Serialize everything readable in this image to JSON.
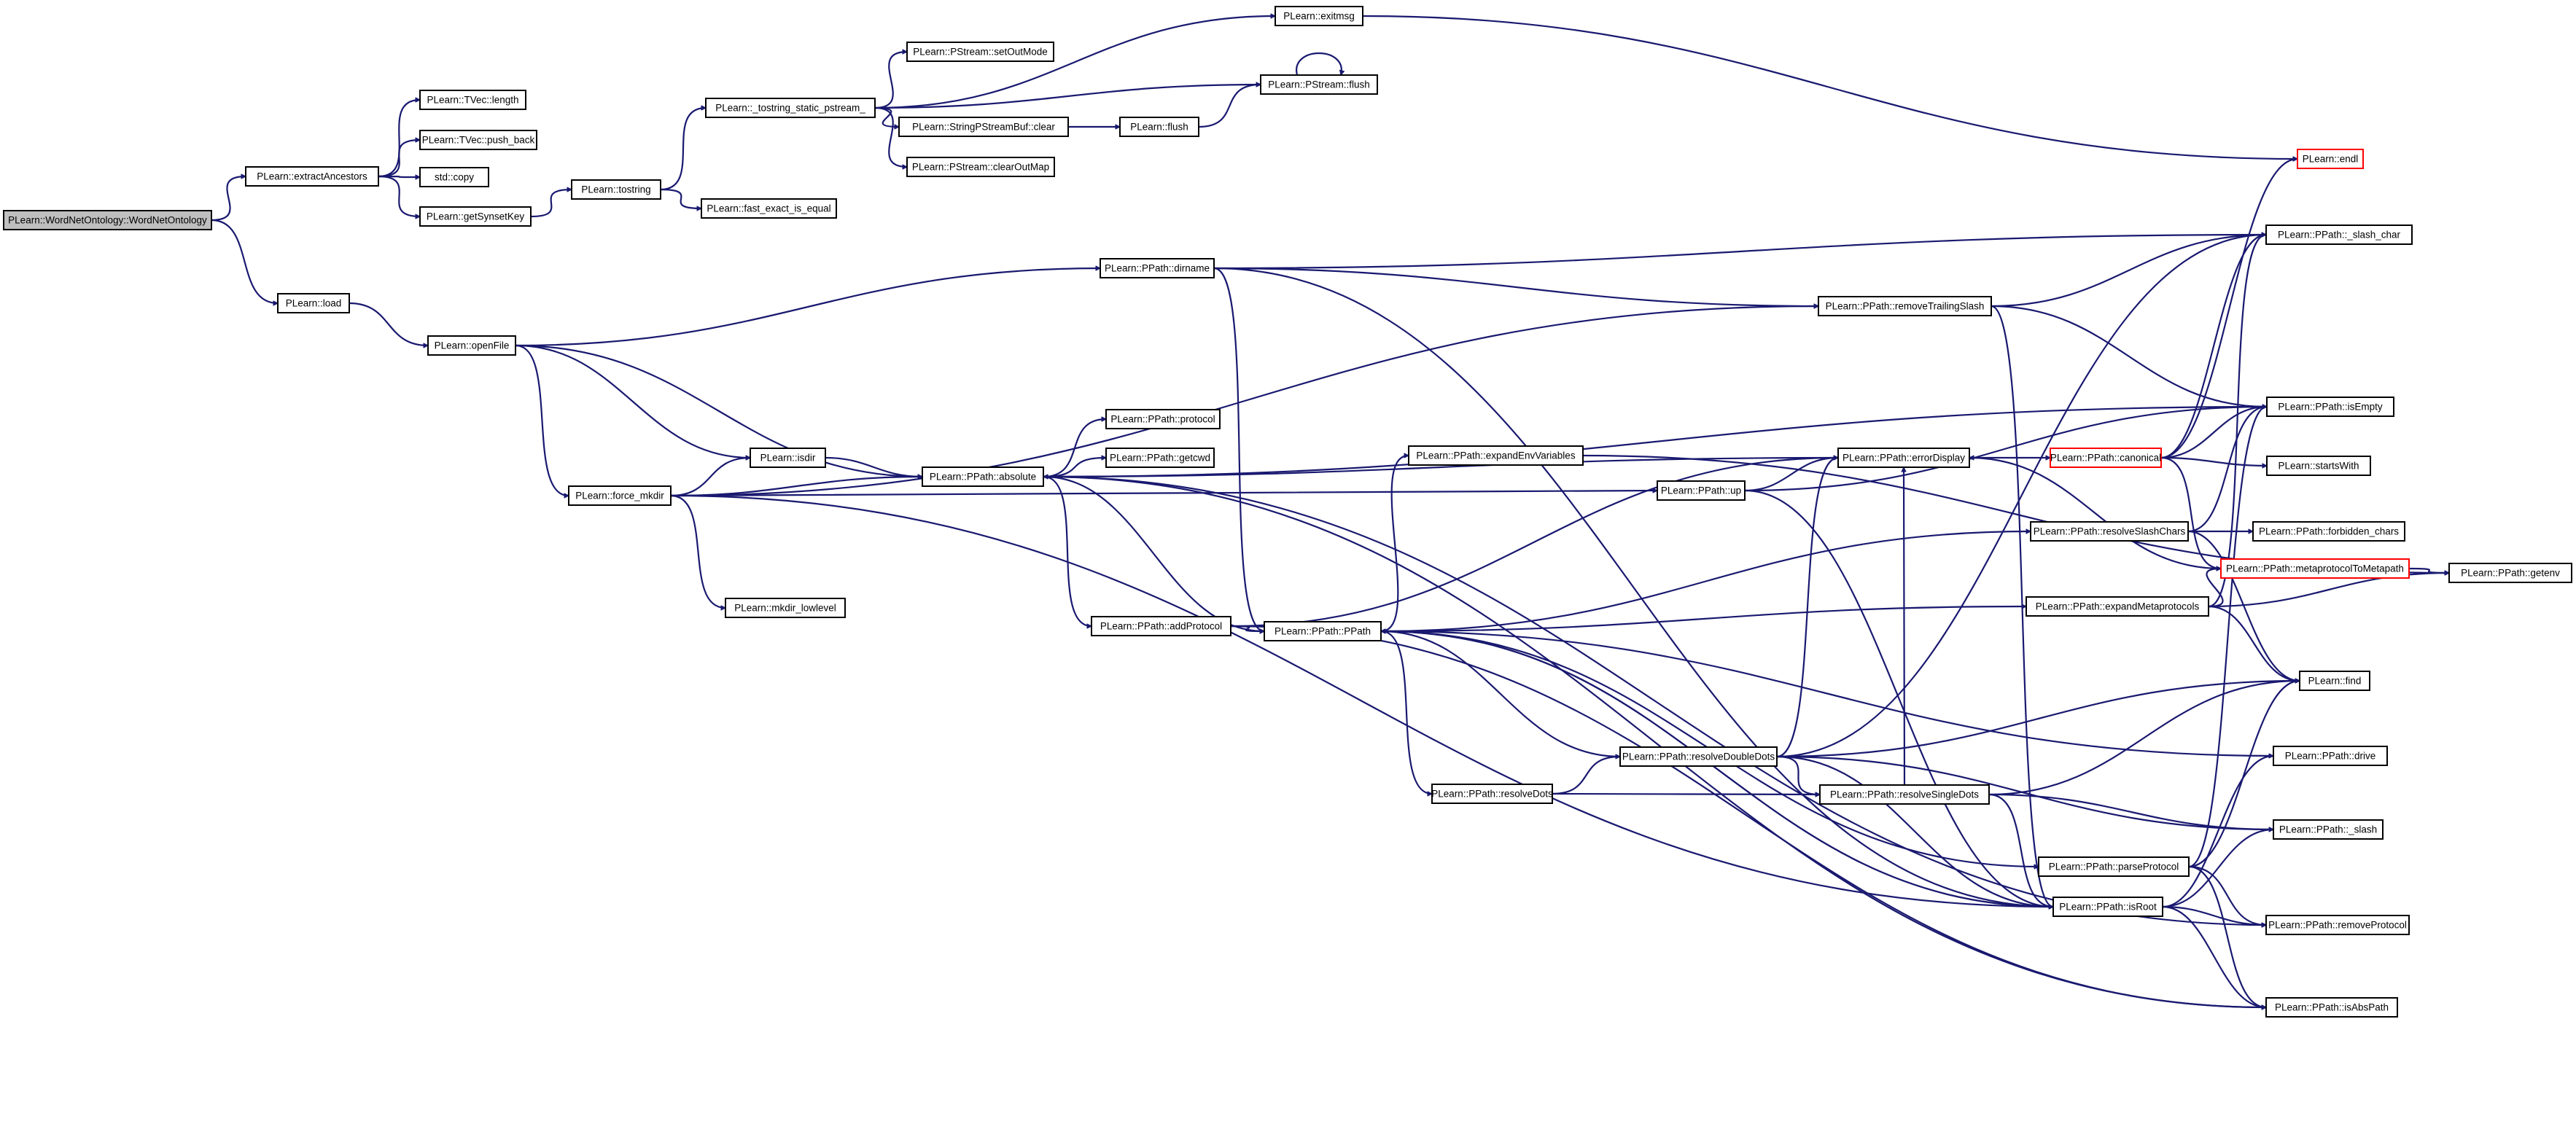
{
  "colors": {
    "edge": "#191970",
    "root_fill": "#bfbfbf",
    "node_border": "#000000",
    "truncated_border": "#ff0000"
  },
  "nodes": [
    {
      "id": "root",
      "label": "PLearn::WordNetOntology::WordNetOntology",
      "kind": "root"
    },
    {
      "id": "extractAncestors",
      "label": "PLearn::extractAncestors"
    },
    {
      "id": "load",
      "label": "PLearn::load"
    },
    {
      "id": "tvecLength",
      "label": "PLearn::TVec::length"
    },
    {
      "id": "tvecPushBack",
      "label": "PLearn::TVec::push_back"
    },
    {
      "id": "stdCopy",
      "label": "std::copy"
    },
    {
      "id": "getSynsetKey",
      "label": "PLearn::getSynsetKey"
    },
    {
      "id": "tostring",
      "label": "PLearn::tostring"
    },
    {
      "id": "fastExact",
      "label": "PLearn::fast_exact_is_equal"
    },
    {
      "id": "tostringStatic",
      "label": "PLearn::_tostring_static_pstream_"
    },
    {
      "id": "setOutMode",
      "label": "PLearn::PStream::setOutMode"
    },
    {
      "id": "spbClear",
      "label": "PLearn::StringPStreamBuf::clear"
    },
    {
      "id": "clearOutMap",
      "label": "PLearn::PStream::clearOutMap"
    },
    {
      "id": "exitmsg",
      "label": "PLearn::exitmsg"
    },
    {
      "id": "pstreamFlush",
      "label": "PLearn::PStream::flush"
    },
    {
      "id": "flush",
      "label": "PLearn::flush"
    },
    {
      "id": "openFile",
      "label": "PLearn::openFile"
    },
    {
      "id": "forceMkdir",
      "label": "PLearn::force_mkdir"
    },
    {
      "id": "isdir",
      "label": "PLearn::isdir"
    },
    {
      "id": "mkdirLowlevel",
      "label": "PLearn::mkdir_lowlevel"
    },
    {
      "id": "absolute",
      "label": "PLearn::PPath::absolute"
    },
    {
      "id": "protocol",
      "label": "PLearn::PPath::protocol"
    },
    {
      "id": "getcwd",
      "label": "PLearn::PPath::getcwd"
    },
    {
      "id": "addProtocol",
      "label": "PLearn::PPath::addProtocol"
    },
    {
      "id": "dirname",
      "label": "PLearn::PPath::dirname"
    },
    {
      "id": "ppath",
      "label": "PLearn::PPath::PPath"
    },
    {
      "id": "expandEnv",
      "label": "PLearn::PPath::expandEnvVariables"
    },
    {
      "id": "resolveDots",
      "label": "PLearn::PPath::resolveDots"
    },
    {
      "id": "removeTrailingSlash",
      "label": "PLearn::PPath::removeTrailingSlash"
    },
    {
      "id": "errorDisplay",
      "label": "PLearn::PPath::errorDisplay"
    },
    {
      "id": "up",
      "label": "PLearn::PPath::up"
    },
    {
      "id": "resolveDoubleDots",
      "label": "PLearn::PPath::resolveDoubleDots"
    },
    {
      "id": "resolveSingleDots",
      "label": "PLearn::PPath::resolveSingleDots"
    },
    {
      "id": "resolveSlashChars",
      "label": "PLearn::PPath::resolveSlashChars"
    },
    {
      "id": "expandMetaprotocols",
      "label": "PLearn::PPath::expandMetaprotocols"
    },
    {
      "id": "parseProtocol",
      "label": "PLearn::PPath::parseProtocol"
    },
    {
      "id": "isRoot",
      "label": "PLearn::PPath::isRoot"
    },
    {
      "id": "canonical",
      "label": "PLearn::PPath::canonical",
      "kind": "red"
    },
    {
      "id": "endl",
      "label": "PLearn::endl",
      "kind": "red"
    },
    {
      "id": "slashChar",
      "label": "PLearn::PPath::_slash_char"
    },
    {
      "id": "isEmpty",
      "label": "PLearn::PPath::isEmpty"
    },
    {
      "id": "startsWith",
      "label": "PLearn::startsWith"
    },
    {
      "id": "forbiddenChars",
      "label": "PLearn::PPath::forbidden_chars"
    },
    {
      "id": "metaprotocolToMetapath",
      "label": "PLearn::PPath::metaprotocolToMetapath",
      "kind": "red"
    },
    {
      "id": "getenv",
      "label": "PLearn::PPath::getenv"
    },
    {
      "id": "find",
      "label": "PLearn::find"
    },
    {
      "id": "drive",
      "label": "PLearn::PPath::drive"
    },
    {
      "id": "slash",
      "label": "PLearn::PPath::_slash"
    },
    {
      "id": "removeProtocol",
      "label": "PLearn::PPath::removeProtocol"
    },
    {
      "id": "isAbsPath",
      "label": "PLearn::PPath::isAbsPath"
    }
  ],
  "edges": [
    [
      "root",
      "extractAncestors"
    ],
    [
      "root",
      "load"
    ],
    [
      "extractAncestors",
      "tvecLength"
    ],
    [
      "extractAncestors",
      "tvecPushBack"
    ],
    [
      "extractAncestors",
      "stdCopy"
    ],
    [
      "extractAncestors",
      "getSynsetKey"
    ],
    [
      "getSynsetKey",
      "tostring"
    ],
    [
      "tostring",
      "tostringStatic"
    ],
    [
      "tostring",
      "fastExact"
    ],
    [
      "tostringStatic",
      "exitmsg"
    ],
    [
      "tostringStatic",
      "setOutMode"
    ],
    [
      "tostringStatic",
      "pstreamFlush"
    ],
    [
      "tostringStatic",
      "spbClear"
    ],
    [
      "tostringStatic",
      "clearOutMap"
    ],
    [
      "spbClear",
      "flush"
    ],
    [
      "flush",
      "pstreamFlush"
    ],
    [
      "pstreamFlush",
      "pstreamFlush"
    ],
    [
      "exitmsg",
      "endl"
    ],
    [
      "load",
      "openFile"
    ],
    [
      "openFile",
      "dirname"
    ],
    [
      "openFile",
      "isdir"
    ],
    [
      "openFile",
      "absolute"
    ],
    [
      "openFile",
      "forceMkdir"
    ],
    [
      "forceMkdir",
      "isdir"
    ],
    [
      "forceMkdir",
      "absolute"
    ],
    [
      "forceMkdir",
      "mkdirLowlevel"
    ],
    [
      "forceMkdir",
      "removeTrailingSlash"
    ],
    [
      "forceMkdir",
      "up"
    ],
    [
      "forceMkdir",
      "isRoot"
    ],
    [
      "isdir",
      "absolute"
    ],
    [
      "absolute",
      "protocol"
    ],
    [
      "absolute",
      "getcwd"
    ],
    [
      "absolute",
      "addProtocol"
    ],
    [
      "absolute",
      "ppath"
    ],
    [
      "absolute",
      "isEmpty"
    ],
    [
      "absolute",
      "removeProtocol"
    ],
    [
      "absolute",
      "isAbsPath"
    ],
    [
      "addProtocol",
      "ppath"
    ],
    [
      "addProtocol",
      "errorDisplay"
    ],
    [
      "addProtocol",
      "isAbsPath"
    ],
    [
      "dirname",
      "ppath"
    ],
    [
      "dirname",
      "removeTrailingSlash"
    ],
    [
      "dirname",
      "slashChar"
    ],
    [
      "dirname",
      "isRoot"
    ],
    [
      "ppath",
      "expandEnv"
    ],
    [
      "ppath",
      "resolveDots"
    ],
    [
      "ppath",
      "resolveSlashChars"
    ],
    [
      "ppath",
      "expandMetaprotocols"
    ],
    [
      "ppath",
      "parseProtocol"
    ],
    [
      "ppath",
      "isRoot"
    ],
    [
      "resolveDots",
      "resolveDoubleDots"
    ],
    [
      "resolveDots",
      "resolveSingleDots"
    ],
    [
      "resolveDoubleDots",
      "ppath"
    ],
    [
      "resolveDoubleDots",
      "errorDisplay"
    ],
    [
      "resolveDoubleDots",
      "find"
    ],
    [
      "resolveDoubleDots",
      "resolveSingleDots"
    ],
    [
      "resolveDoubleDots",
      "slashChar"
    ],
    [
      "resolveDoubleDots",
      "slash"
    ],
    [
      "resolveDoubleDots",
      "isRoot"
    ],
    [
      "resolveSingleDots",
      "find"
    ],
    [
      "resolveSingleDots",
      "slash"
    ],
    [
      "resolveSingleDots",
      "isRoot"
    ],
    [
      "resolveSingleDots",
      "errorDisplay"
    ],
    [
      "expandEnv",
      "getenv"
    ],
    [
      "removeTrailingSlash",
      "isEmpty"
    ],
    [
      "removeTrailingSlash",
      "isRoot"
    ],
    [
      "removeTrailingSlash",
      "slashChar"
    ],
    [
      "errorDisplay",
      "absolute"
    ],
    [
      "errorDisplay",
      "canonical"
    ],
    [
      "up",
      "errorDisplay"
    ],
    [
      "up",
      "isEmpty"
    ],
    [
      "up",
      "isRoot"
    ],
    [
      "canonical",
      "endl"
    ],
    [
      "canonical",
      "slashChar"
    ],
    [
      "canonical",
      "isEmpty"
    ],
    [
      "canonical",
      "startsWith"
    ],
    [
      "canonical",
      "metaprotocolToMetapath"
    ],
    [
      "resolveSlashChars",
      "forbiddenChars"
    ],
    [
      "resolveSlashChars",
      "find"
    ],
    [
      "resolveSlashChars",
      "isEmpty"
    ],
    [
      "expandMetaprotocols",
      "metaprotocolToMetapath"
    ],
    [
      "expandMetaprotocols",
      "find"
    ],
    [
      "expandMetaprotocols",
      "getenv"
    ],
    [
      "expandMetaprotocols",
      "slashChar"
    ],
    [
      "metaprotocolToMetapath",
      "errorDisplay"
    ],
    [
      "metaprotocolToMetapath",
      "getenv"
    ],
    [
      "parseProtocol",
      "isEmpty"
    ],
    [
      "parseProtocol",
      "removeProtocol"
    ],
    [
      "parseProtocol",
      "find"
    ],
    [
      "parseProtocol",
      "isAbsPath"
    ],
    [
      "isRoot",
      "drive"
    ],
    [
      "isRoot",
      "slash"
    ],
    [
      "isRoot",
      "isAbsPath"
    ],
    [
      "isRoot",
      "removeProtocol"
    ],
    [
      "isRoot",
      "ppath"
    ],
    [
      "drive",
      "ppath"
    ]
  ]
}
